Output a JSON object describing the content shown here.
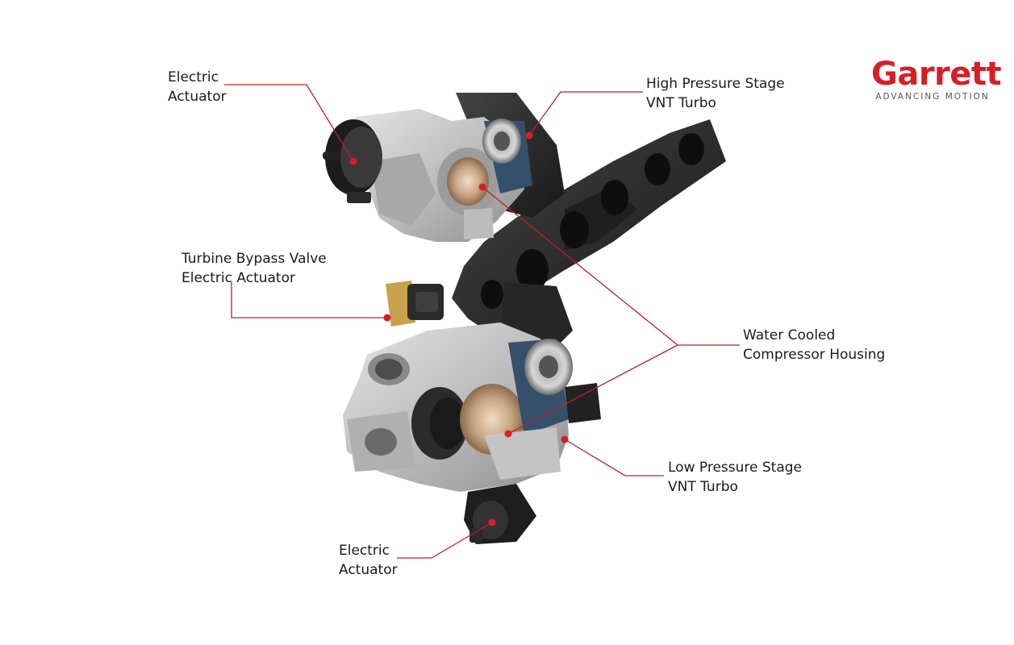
{
  "brand": {
    "name": "Garrett",
    "tagline": "ADVANCING MOTION",
    "color": "#d71f26"
  },
  "colors": {
    "leader": "#c01f26",
    "marker": "#d71f26",
    "housing_dark": "#2b2b2b",
    "housing_aluminum": "#c9c9c9",
    "cutaway_blue": "#34506a"
  },
  "callouts": [
    {
      "id": "electric-actuator-top",
      "lines": [
        "Electric",
        "Actuator"
      ]
    },
    {
      "id": "high-pressure-stage",
      "lines": [
        "High Pressure Stage",
        "VNT Turbo"
      ]
    },
    {
      "id": "turbine-bypass-valve",
      "lines": [
        "Turbine Bypass Valve",
        "Electric Actuator"
      ]
    },
    {
      "id": "water-cooled-housing",
      "lines": [
        "Water Cooled",
        "Compressor Housing"
      ]
    },
    {
      "id": "low-pressure-stage",
      "lines": [
        "Low Pressure Stage",
        "VNT Turbo"
      ]
    },
    {
      "id": "electric-actuator-bottom",
      "lines": [
        "Electric",
        "Actuator"
      ]
    }
  ]
}
